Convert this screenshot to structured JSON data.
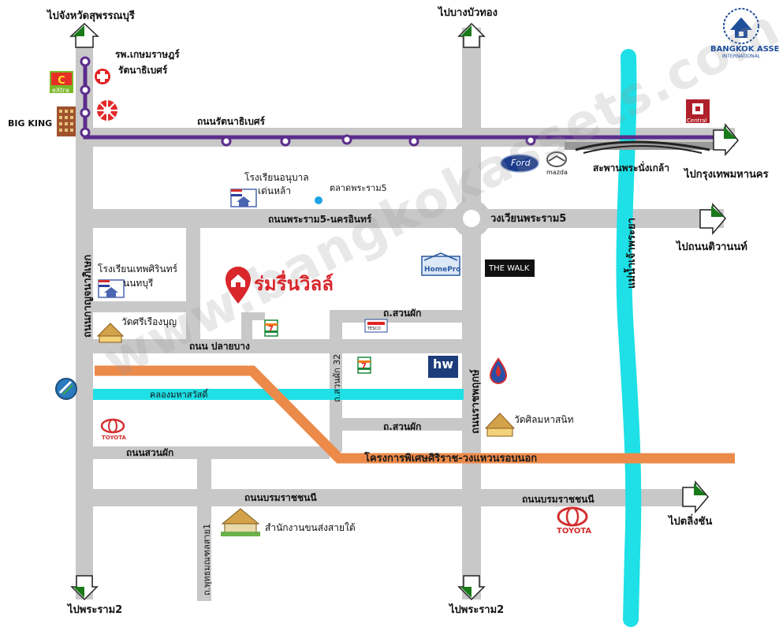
{
  "brand": {
    "name": "BANGKOK ASSET",
    "sub": "INTERNATIONAL",
    "color": "#1f4e9a"
  },
  "watermark": "www.bangkokassets.com",
  "project": {
    "name": "ร่มรื่นวิลล์",
    "color": "#d8262b"
  },
  "colors": {
    "road": "#c8c8c8",
    "purple_line": "#5b2d8c",
    "orange_line": "#ec8a4a",
    "river": "#1ee0e6",
    "arrow": "#1a7a1a"
  },
  "directions": {
    "suphanburi": "ไปจังหวัดสุพรรณบุรี",
    "bangbuathong": "ไปบางบัวทอง",
    "bangkok": "ไปกรุงเทพมหานคร",
    "tiwanon": "ไปถนนติวานนท์",
    "taling_chan": "ไปตลิ่งชัน",
    "rama2_left": "ไปพระราม2",
    "rama2_right": "ไปพระราม2"
  },
  "roads": {
    "rattanathibet": "ถนนรัตนาธิเบศร์",
    "rama5_nakhonin": "ถนนพระราม5-นครอินทร์",
    "circle_rama5": "วงเวียนพระราม5",
    "plai_bang": "ถนน ปลายบาง",
    "suan_phak_1": "ถ.สวนผัก",
    "suan_phak_2": "ถ.สวนผัก",
    "suan_phak_32": "ถ.สวนผัก 32",
    "suan_phak_road": "ถนนสวนผัก",
    "borommaratchachonnani_left": "ถนนบรมราชชนนี",
    "borommaratchachonnani_right": "ถนนบรมราชชนนี",
    "kanchanaphisek": "ถนนกาญจนาภิเษก",
    "ratchaphruek": "ถนนราชพฤกษ์",
    "phutthamonthon_sai3": "ถ.พุทธมณฑลสาย1",
    "chao_phraya": "แม่น้ำเจ้าพระยา",
    "mahasawat_canal": "คลองมหาสวัสดิ์",
    "special_project": "โครงการพิเศษศิริราช-วงแหวนรอบนอก",
    "bridge": "สะพานพระนั่งเกล้า"
  },
  "places": {
    "hospital": "รพ.เกษมราษฎร์",
    "hospital_line2": "รัตนาธิเบศร์",
    "big_king": "BIG KING",
    "big_c": "eXtra",
    "central": "Central",
    "school_anuban": "โรงเรียนอนุบาล",
    "school_anuban_line2": "เด่นหล้า",
    "market_rama5": "ตลาดพระราม5",
    "school_thep": "โรงเรียนเทพศิรินทร์",
    "school_thep_line2": "นนทบุรี",
    "wat_sri_rueang": "วัดศรีเรืองบุญ",
    "wat_silama": "วัดศิลมหาสนิท",
    "office": "สำนักงานขนส่งสายใต้",
    "homepro": "HomePro",
    "thewalk": "THE WALK",
    "tesco": "TESCO",
    "homeworks": "hw",
    "ford": "Ford",
    "mazda": "mazda",
    "toyota_left": "TOYOTA",
    "toyota_right": "TOYOTA",
    "seven": "7"
  }
}
